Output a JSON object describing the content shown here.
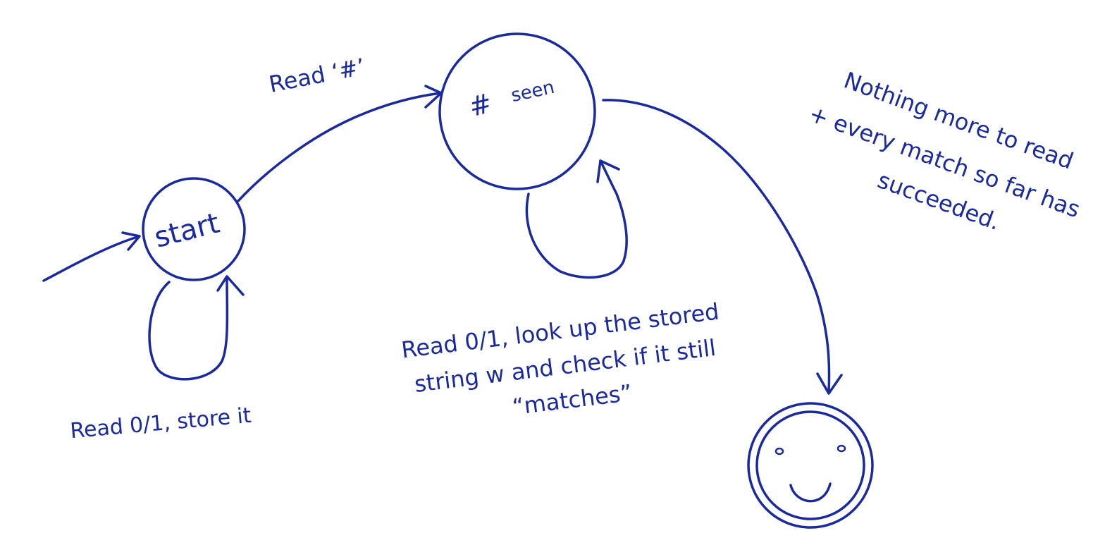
{
  "diagram": {
    "states": {
      "start": {
        "label": "start"
      },
      "seen": {
        "label_hash": "#",
        "label_word": "seen"
      },
      "accept": {
        "label": ""
      }
    },
    "transitions": {
      "start_to_seen": {
        "label": "Read ‘#’"
      },
      "start_loop": {
        "label": "Read 0/1, store it"
      },
      "seen_loop": {
        "label_line1": "Read 0/1, look up the stored",
        "label_line2": "string w and check if it still",
        "label_line3": "“matches”"
      },
      "seen_to_accept": {
        "label_line1": "Nothing more to read",
        "label_line2": "+ every match so far has",
        "label_line3": "succeeded."
      }
    },
    "colors": {
      "ink": "#1a2a9e",
      "background": "#ffffff"
    }
  }
}
